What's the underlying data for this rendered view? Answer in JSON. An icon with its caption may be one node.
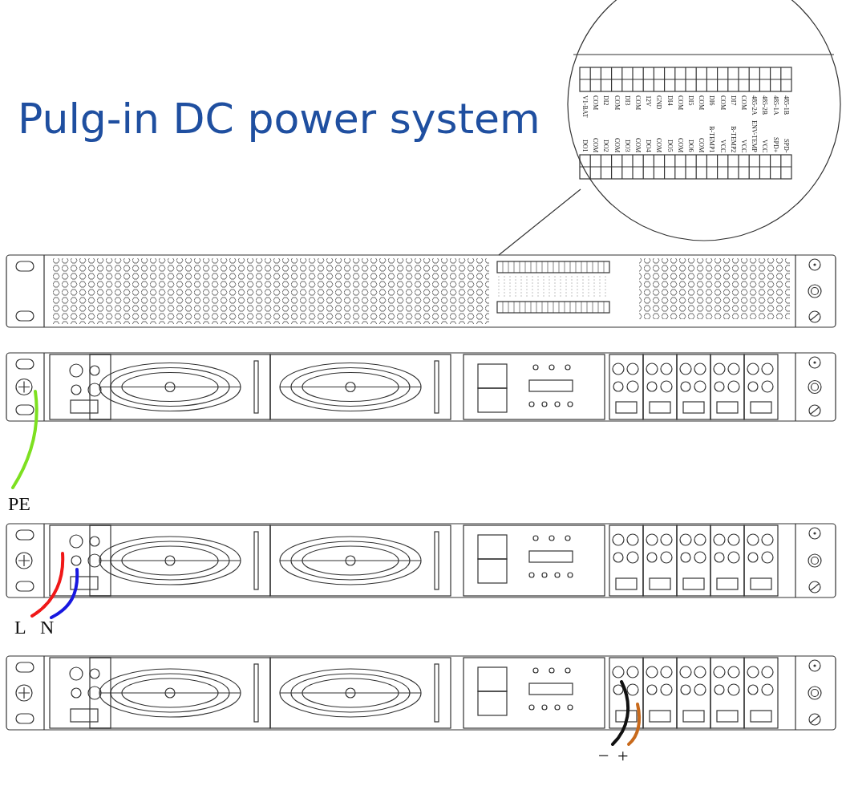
{
  "diagram": {
    "title": "Pulg-in DC power system",
    "labels": [
      "V1-BAT",
      "COM",
      "DI2",
      "COM",
      "DI3",
      "COM",
      "12V",
      "GND",
      "DI4",
      "COM",
      "DI5",
      "COM",
      "DI6",
      "COM",
      "DI7",
      "COM",
      "485-2A",
      "485-2B",
      "485-1A",
      "485-1B",
      "DO1",
      "COM",
      "DO2",
      "COM",
      "DO3",
      "COM",
      "DO4",
      "COM",
      "DO5",
      "COM",
      "DO6",
      "COM",
      "B-TEMP1",
      "VCC",
      "B-TEMP2",
      "VCC",
      "ENV-TEMP",
      "VCC",
      "SPD+",
      "SPD-",
      "PE",
      "L",
      "N",
      "−",
      "+"
    ]
  }
}
